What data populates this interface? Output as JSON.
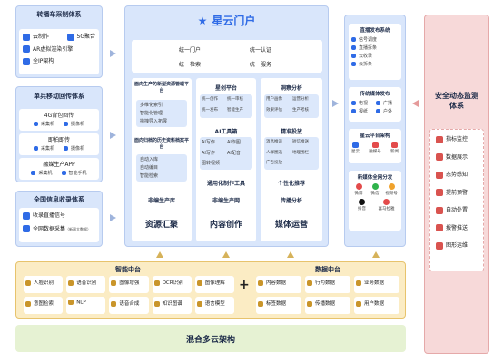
{
  "left": {
    "sec1": {
      "title": "转播车采制体系",
      "items": [
        {
          "icon": "cloud-icon",
          "label": "云制作"
        },
        {
          "icon": "5g-icon",
          "label": "5G聚合"
        },
        {
          "icon": "ar-icon",
          "label": "AR虚拟渲染引擎"
        },
        {
          "icon": "ip-icon",
          "label": "全IP架构"
        }
      ]
    },
    "sec2": {
      "title": "单兵移动回传体系",
      "g1": {
        "title": "4G背包回传",
        "a": "采集机",
        "b": "摄像机"
      },
      "g2": {
        "title": "即拍即传",
        "a": "采集机",
        "b": "摄像机"
      },
      "g3": {
        "title": "融媒生产APP",
        "a": "采集机",
        "b": "智能手机"
      }
    },
    "sec3": {
      "title": "全国信息收录体系",
      "items": [
        {
          "icon": "tv-icon",
          "label": "收录直播信号"
        },
        {
          "icon": "globe-icon",
          "label": "全网数据采集",
          "note": "（新闻大数据）"
        }
      ]
    }
  },
  "center": {
    "logo": "星云门户",
    "top": [
      "统一门户",
      "统一认证",
      "统一检索",
      "统一服务"
    ],
    "col1": {
      "a_title": "面向生产的新型资源管理平台",
      "a_items": [
        "多维化索引",
        "智能化管理",
        "拖拽导入拓展"
      ],
      "b_title": "面向归档的历史资料档案平台",
      "b_items": [
        "自动入库",
        "自动编目",
        "智能检索"
      ],
      "footer": "非编生产库",
      "bottom": "资源汇聚"
    },
    "col2": {
      "t1": "星创平台",
      "t1_items": [
        "统一创作",
        "统一审核",
        "统一发布",
        "智能生产"
      ],
      "t2": "AI工具箱",
      "t2_items": [
        "AI写作",
        "AI作图",
        "AI写作",
        "AI配音",
        "图转视频"
      ],
      "t3": "通用化制作工具",
      "footer": "非编生产网",
      "bottom": "内容创作"
    },
    "col3": {
      "t1": "洞察分析",
      "t1_items": [
        "用户画像",
        "运营分析",
        "效果评估",
        "生产考核"
      ],
      "t2": "精准投放",
      "t2_items": [
        "消息推送",
        "短信推送",
        "人群圈选",
        "地理围栏",
        "广告投放"
      ],
      "t3": "个性化推荐",
      "footer": "传播分析",
      "bottom": "媒体运营"
    }
  },
  "right": {
    "s1": {
      "title": "直播发布系统",
      "items": [
        "信号调度",
        "直播拆条",
        "云收录",
        "云拆条"
      ]
    },
    "s2": {
      "title": "传统媒体发布",
      "items": [
        "电视",
        "广播",
        "报纸",
        "户外"
      ]
    },
    "s3": {
      "title": "星云平台架构",
      "items": [
        "星云",
        "融媒号",
        "新闻"
      ]
    },
    "s4": {
      "title": "新媒体全网分发",
      "items": [
        "微博",
        "微信",
        "视频号",
        "抖音",
        "喜马拉雅"
      ]
    }
  },
  "security": {
    "title": "安全动态监测体系",
    "items": [
      "指标监控",
      "数据展示",
      "态势感知",
      "提前预警",
      "自动处置",
      "报警推送",
      "图形运维"
    ]
  },
  "bottom": {
    "ai": {
      "title": "智能中台",
      "items": [
        "人脸识别",
        "语音识别",
        "图像增强",
        "OCR识别",
        "图像理解",
        "意图检索",
        "NLP",
        "语音合成",
        "知识图谱",
        "语言模型"
      ]
    },
    "plus": "+",
    "data": {
      "title": "数据中台",
      "items": [
        "内容数据",
        "行为数据",
        "业务数据",
        "标签数据",
        "传播数据",
        "用户数据"
      ]
    },
    "cloud": "混合多云架构"
  },
  "colors": {
    "primary": "#2f6be6",
    "panel": "#d9e6fb",
    "panelBorder": "#b7cbef",
    "security": "#f7d9d9",
    "securityBorder": "#e5a9a9",
    "bottom": "#fbecc4",
    "bottomBorder": "#e7c36c",
    "cloud": "#e6f2d3"
  }
}
